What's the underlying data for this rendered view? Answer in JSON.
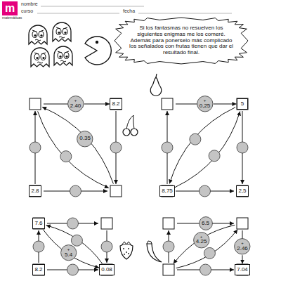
{
  "diagram": {
    "nodes": [
      {
        "text": [
          "m"
        ]
      },
      {
        "text": [
          "Si los fantasmas no resuelven los siguientes enigmas me los comeré. Además para ponerselo más complicado los señalados con frutas tienen que dar el resultado final."
        ]
      },
      {
        "text": [
          "+",
          "2.40"
        ]
      },
      {
        "text": [
          "8.2"
        ]
      },
      {
        "text": [
          "0.35"
        ]
      },
      {
        "text": [
          "2.8"
        ]
      },
      {
        "text": [
          "+",
          "0,25"
        ]
      },
      {
        "text": [
          "5"
        ]
      },
      {
        "text": [
          "8,75"
        ]
      },
      {
        "text": [
          "2,5"
        ]
      },
      {
        "text": [
          "7.6"
        ]
      },
      {
        "text": [
          "+",
          "5.4"
        ]
      },
      {
        "text": [
          "8.2"
        ]
      },
      {
        "text": [
          "0.08"
        ]
      },
      {
        "text": [
          "6.5"
        ]
      },
      {
        "text": [
          "+",
          "4.25"
        ]
      },
      {
        "text": [
          "+",
          "2.46"
        ]
      },
      {
        "text": [
          "7.04"
        ]
      }
    ],
    "edges": [
      {
        "from": 2,
        "to": 3,
        "arrow": "to"
      },
      {
        "from": 6,
        "to": 7,
        "arrow": "to"
      },
      {
        "from": 16,
        "to": 17,
        "arrow": "to"
      }
    ],
    "labels": [
      "nombre",
      "curso",
      "fecha",
      "matemáticas"
    ]
  }
}
